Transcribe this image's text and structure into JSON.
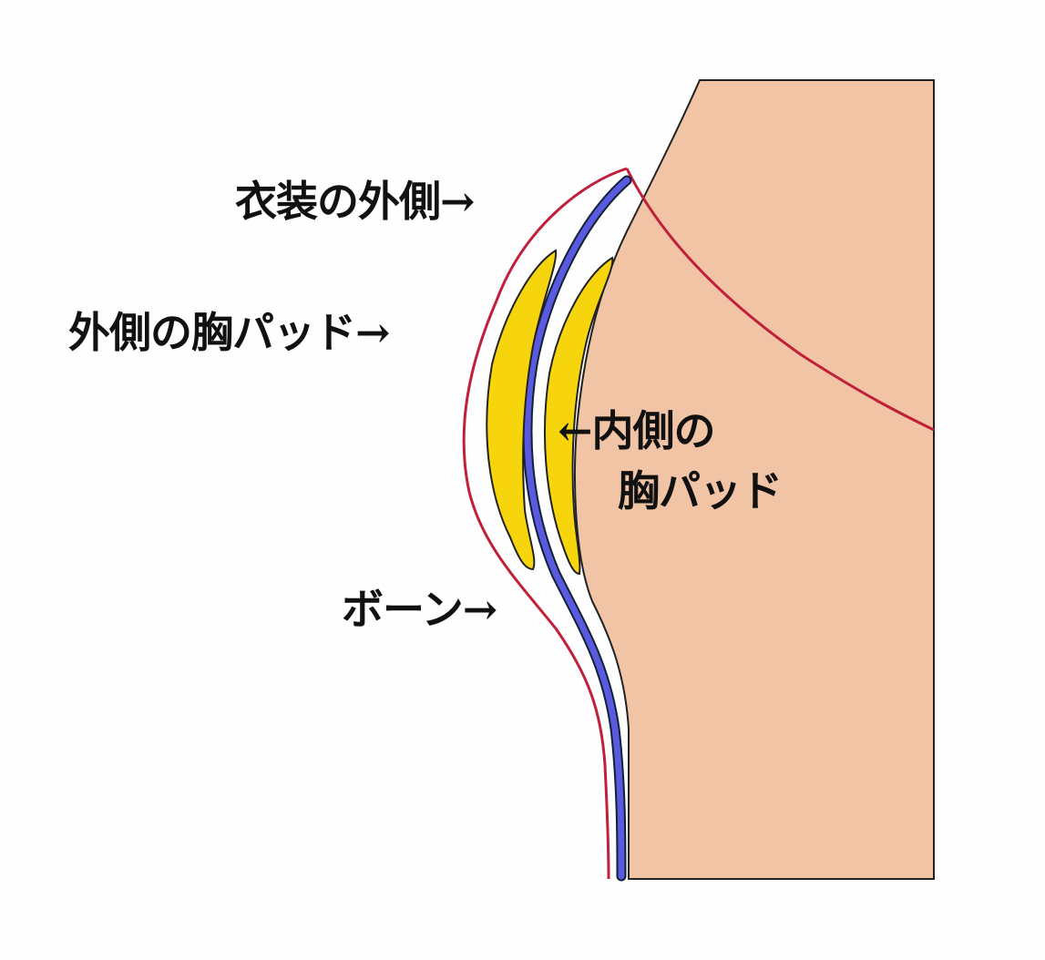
{
  "labels": {
    "costume_outside": "衣装の外側→",
    "outer_pad": "外側の胸パッド→",
    "inner_pad_line1": "←内側の",
    "inner_pad_line2": "胸パッド",
    "bone": "ボーン→"
  },
  "colors": {
    "body": "#f0c4a5",
    "costume_line": "#c0203a",
    "bone": "#5a5ae0",
    "pad": "#f7d50c"
  }
}
